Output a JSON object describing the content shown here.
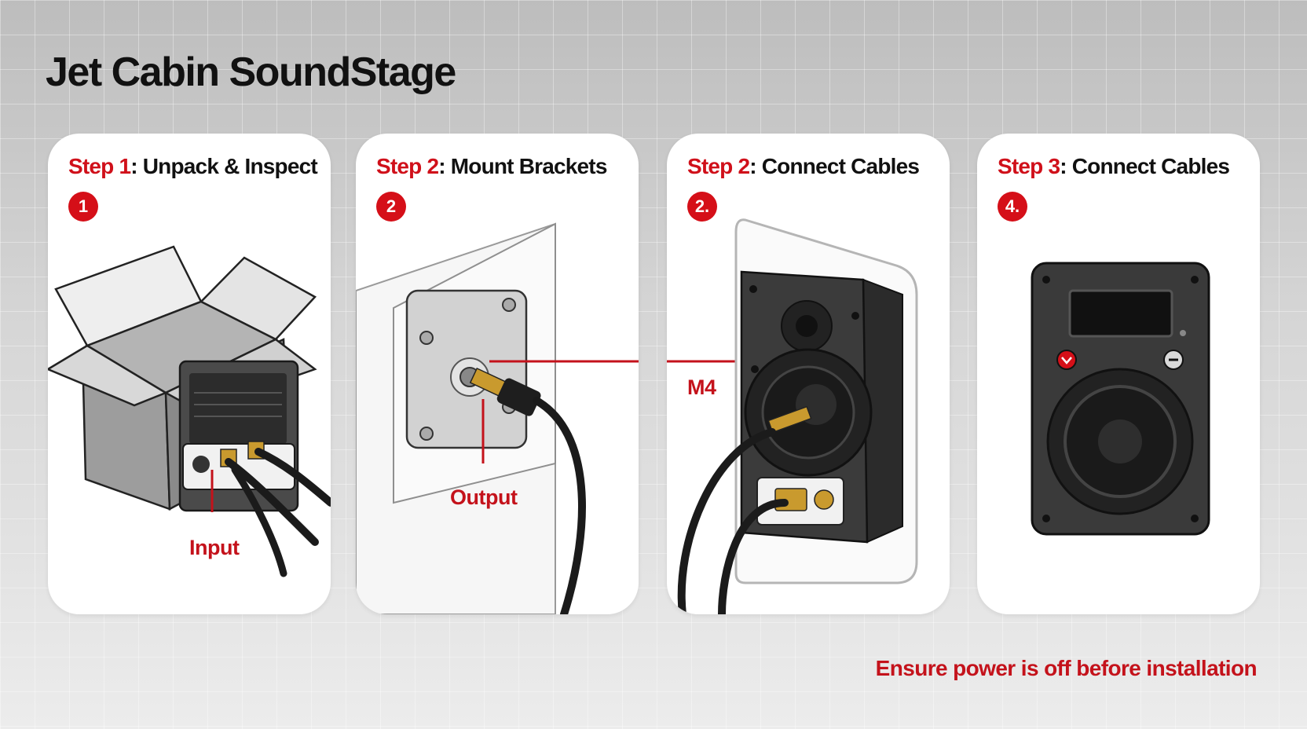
{
  "app": {
    "title": "Jet Cabin SoundStage"
  },
  "steps": [
    {
      "step_label": "Step 1",
      "separator": ":",
      "title": "Unpack & Inspect",
      "badge": "1",
      "callout": "Input",
      "icon": "box-icon"
    },
    {
      "step_label": "Step 2",
      "separator": ":",
      "title": "Mount Brackets",
      "badge": "2",
      "callout": "Output",
      "icon": "wall-plate-icon"
    },
    {
      "step_label": "Step 2",
      "separator": ":",
      "title": "Connect Cables",
      "badge": "2.",
      "callout": "M4",
      "icon": "speaker-cabinet-icon"
    },
    {
      "step_label": "Step 3",
      "separator": ":",
      "title": "Connect Cables",
      "badge": "4.",
      "icon": "speaker-front-icon"
    }
  ],
  "footer": {
    "warning": "Ensure power is off before installation"
  },
  "colors": {
    "accent": "#d50f18",
    "callout_text": "#c4121b",
    "title_text": "#111111",
    "card": "#ffffff"
  }
}
